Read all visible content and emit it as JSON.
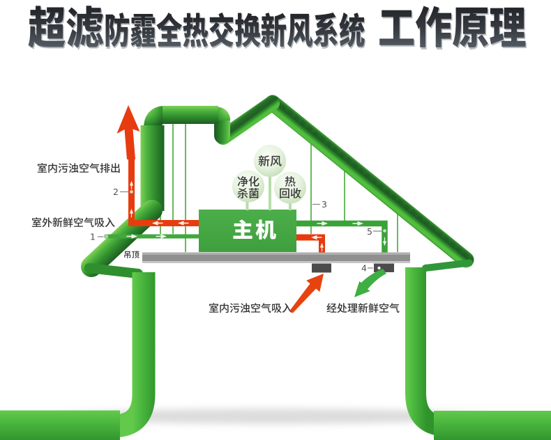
{
  "title": {
    "part1": "超滤",
    "part2": "防霾全热交换新风系统",
    "part3": "工作原理"
  },
  "diagram": {
    "main_unit": {
      "label": "主机"
    },
    "balloons": {
      "fresh_air": {
        "label": "新风",
        "lines": [
          "新风"
        ]
      },
      "purify": {
        "label": "净化杀菌",
        "lines": [
          "净化",
          "杀菌"
        ]
      },
      "heat": {
        "label": "热回收",
        "lines": [
          "热",
          "回收"
        ]
      }
    },
    "labels": {
      "exhaust_out": "室内污浊空气排出",
      "fresh_in": "室外新鲜空气吸入",
      "ceiling": "吊顶",
      "indoor_intake": "室内污浊空气吸入",
      "treated_fresh": "经处理新鲜空气"
    },
    "markers": {
      "m1": "1",
      "m2": "2",
      "m3": "3",
      "m4": "4",
      "m5": "5"
    },
    "colors": {
      "house_green_light": "#6ec84f",
      "house_green_mid": "#42ac39",
      "house_green_dark": "#1e5e22",
      "duct_red": "#e83c0e",
      "duct_green": "#3aa338",
      "main_unit_green": "#45a545",
      "ceiling_gray": "#8f8f8f",
      "vent_gray": "#4b4b4b",
      "title_charcoal": "#2b2e33"
    }
  }
}
